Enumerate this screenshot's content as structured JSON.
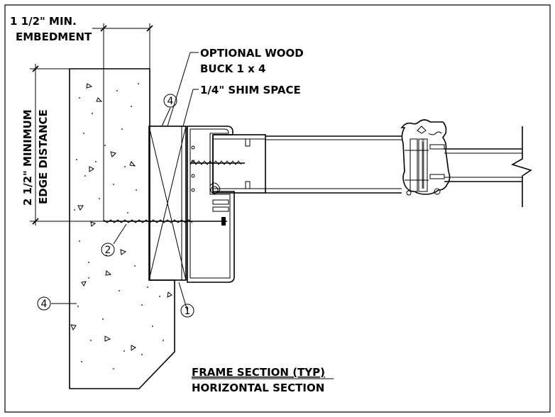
{
  "labels": {
    "embedment_line1": "1 1/2\" MIN.",
    "embedment_line2": "EMBEDMENT",
    "edge_line1": "2 1/2\" MINIMUM",
    "edge_line2": "EDGE DISTANCE",
    "buck_line1": "OPTIONAL WOOD",
    "buck_line2": "BUCK 1 x 4",
    "shim": "1/4\" SHIM SPACE",
    "title_line1": "FRAME SECTION (TYP)",
    "title_line2": "HORIZONTAL  SECTION"
  },
  "callouts": {
    "c1": "1",
    "c2": "2",
    "c4_buck": "4",
    "c4_wall": "4"
  }
}
